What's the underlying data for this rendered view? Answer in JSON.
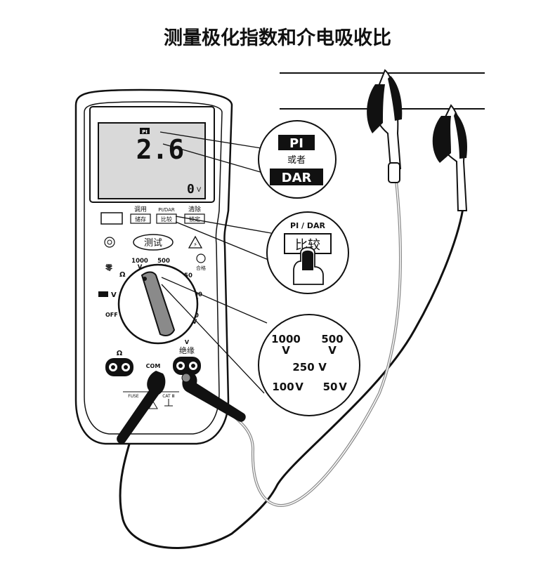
{
  "title": "测量极化指数和介电吸收比",
  "lcd": {
    "tag": "PI",
    "reading": "2.6",
    "small_reading": "0",
    "small_unit": "V"
  },
  "buttons": {
    "left_top": "调用",
    "left_label": "储存",
    "mid_top": "PI/DAR",
    "mid_label": "比较",
    "right_top": "清除",
    "right_label": "锁定",
    "test_label": "测试",
    "pass_label": "合格"
  },
  "dial": {
    "zero_label": "零",
    "ohm_label": "Ω",
    "v_label": "V",
    "off_label": "OFF",
    "v1000": "1000",
    "v500": "500",
    "v250": "250",
    "v100": "100",
    "v50": "50",
    "unit": "V"
  },
  "terminals": {
    "ohm": "Ω",
    "com": "COM",
    "v": "V",
    "insulation": "绝缘",
    "fuse": "FUSE",
    "cat": "CAT Ⅲ"
  },
  "callout_pi": {
    "pi": "PI",
    "or": "或者",
    "dar": "DAR"
  },
  "callout_button": {
    "top": "PI / DAR",
    "label": "比较"
  },
  "callout_voltage": {
    "v1000": "1000",
    "v500": "500",
    "v250": "250",
    "v100": "100",
    "v50": "50",
    "unit": "V"
  },
  "colors": {
    "ink": "#111111",
    "lcd_bg": "#d9d9d9",
    "body_bg": "#ffffff",
    "gray_cable": "#8a8a8a"
  }
}
